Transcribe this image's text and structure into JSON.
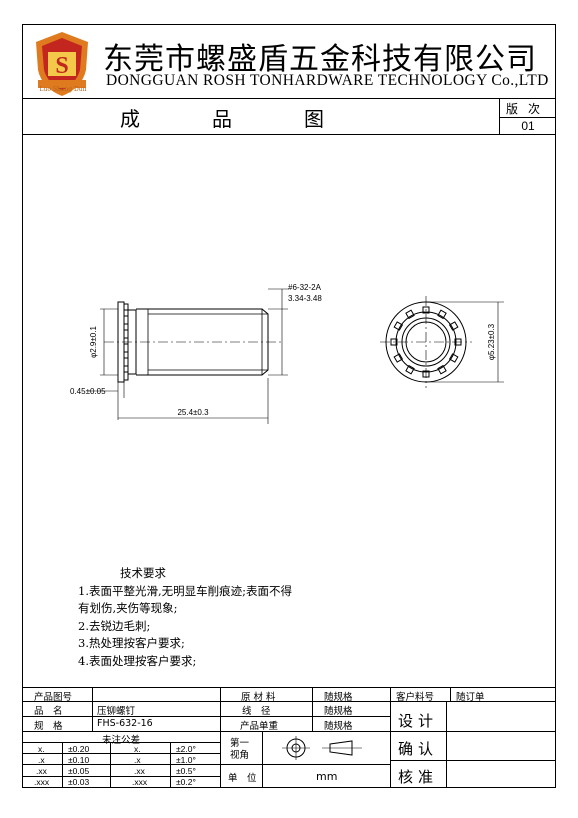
{
  "header": {
    "company_cn": "东莞市螺盛盾五金科技有限公司",
    "company_en": "DONGGUAN ROSH TONHARDWARE TECHNOLOGY Co.,LTD",
    "logo_caption": "Luo Sheng Dun",
    "drawing_title": "成品图",
    "version_label": "版次",
    "version_value": "01"
  },
  "drawing": {
    "thread_spec": "#6-32-2A",
    "thread_len": "3.34-3.48",
    "shank_dia": "φ2.9±0.1",
    "head_thk": "0.45±0.05",
    "length": "25.4±0.3",
    "head_dia": "φ5.23±0.3"
  },
  "notes": {
    "title": "技术要求",
    "lines": [
      "1.表面平整光滑,无明显车削痕迹;表面不得",
      "有划伤,夹伤等现象;",
      "2.去锐边毛刺;",
      "3.热处理按客户要求;",
      "4.表面处理按客户要求;"
    ]
  },
  "title_block": {
    "product_no_label": "产品图号",
    "product_no_value": "",
    "name_label": "品　名",
    "name_value": "压铆螺钉",
    "spec_label": "规　格",
    "spec_value": "FHS-632-16",
    "material_label": "原 材 料",
    "material_value": "随规格",
    "wire_label": "线　径",
    "wire_value": "随规格",
    "weight_label": "产品单重",
    "weight_value": "随规格",
    "customer_no_label": "客户料号",
    "customer_no_value": "随订单",
    "design_label": "设计",
    "confirm_label": "确认",
    "approve_label": "核准",
    "tolerance_title": "未注公差",
    "tolerances": [
      {
        "k": "x.",
        "v": "±0.20",
        "ak": "x.",
        "av": "±2.0°"
      },
      {
        "k": ".x",
        "v": "±0.10",
        "ak": ".x",
        "av": "±1.0°"
      },
      {
        "k": ".xx",
        "v": "±0.05",
        "ak": ".xx",
        "av": "±0.5°"
      },
      {
        "k": ".xxx",
        "v": "±0.03",
        "ak": ".xxx",
        "av": "±0.2°"
      }
    ],
    "projection_label": "第一\n视角",
    "unit_label": "单　位",
    "unit_value": "mm"
  }
}
